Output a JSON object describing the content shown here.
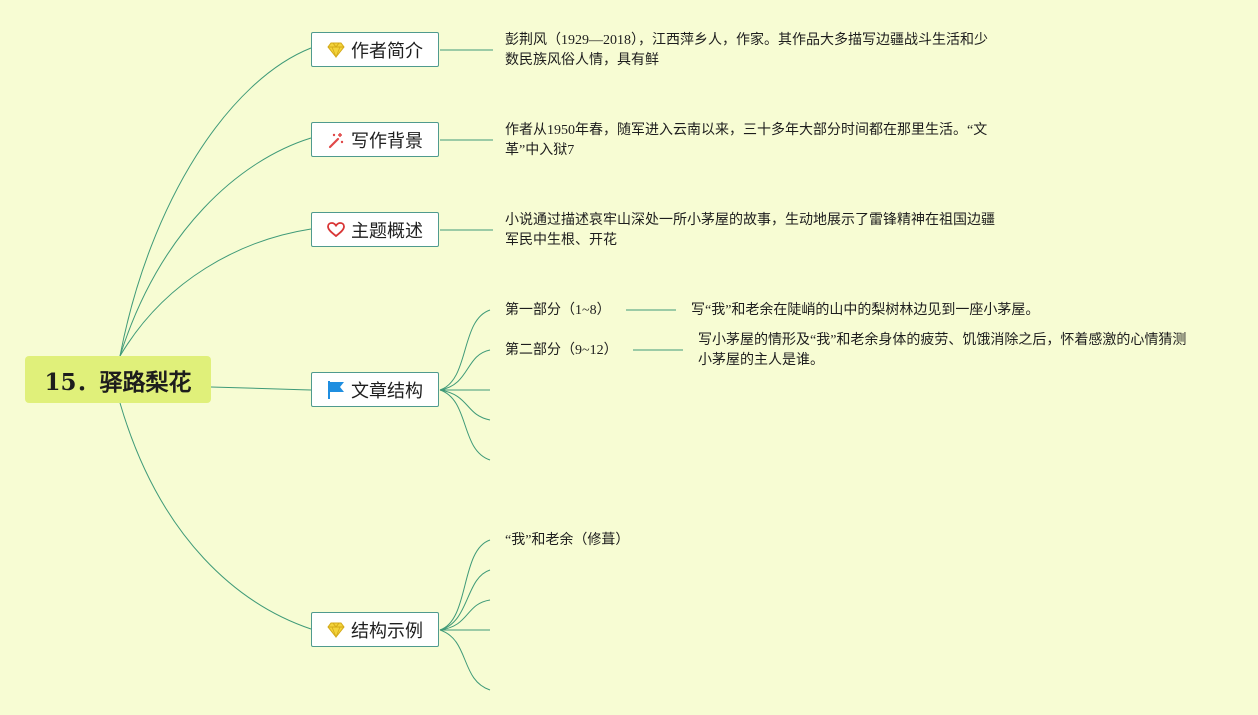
{
  "root": {
    "label": "15．驿路梨花"
  },
  "branches": {
    "author": {
      "label": "作者简介",
      "icon": "diamond-icon",
      "text_lines": [
        "彭荆风（1929—2018），江西萍乡人，作家。其作品大多描写边疆战斗生活和少",
        "数民族风俗人情，具有鲜"
      ]
    },
    "background": {
      "label": "写作背景",
      "icon": "magic-wand-icon",
      "text_lines": [
        "作者从1950年春，随军进入云南以来，三十多年大部分时间都在那里生活。“文",
        "革”中入狱7"
      ]
    },
    "theme": {
      "label": "主题概述",
      "icon": "heart-icon",
      "text_lines": [
        "小说通过描述哀牢山深处一所小茅屋的故事，生动地展示了雷锋精神在祖国边疆",
        "军民中生根、开花"
      ]
    },
    "structure": {
      "label": "文章结构",
      "icon": "flag-icon",
      "parts": [
        {
          "title": "第一部分（1~8）",
          "desc_lines": [
            "写“我”和老余在陡峭的山中的梨树林边见到一座小茅屋。"
          ]
        },
        {
          "title": "第二部分（9~12）",
          "desc_lines": [
            "写小茅屋的情形及“我”和老余身体的疲劳、饥饿消除之后，怀着感激的心情猜测",
            "小茅屋的主人是谁。"
          ]
        }
      ]
    },
    "example": {
      "label": "结构示例",
      "icon": "diamond-icon",
      "items": [
        "“我”和老余（修葺）"
      ]
    }
  },
  "colors": {
    "background": "#f7fcd3",
    "root_fill": "#e0f07a",
    "link": "#3f9a78",
    "node_border": "#4f9a8e",
    "diamond": "#f3d33a",
    "heart": "#d93535",
    "flag": "#1f8ee0",
    "wand": "#e04848"
  }
}
